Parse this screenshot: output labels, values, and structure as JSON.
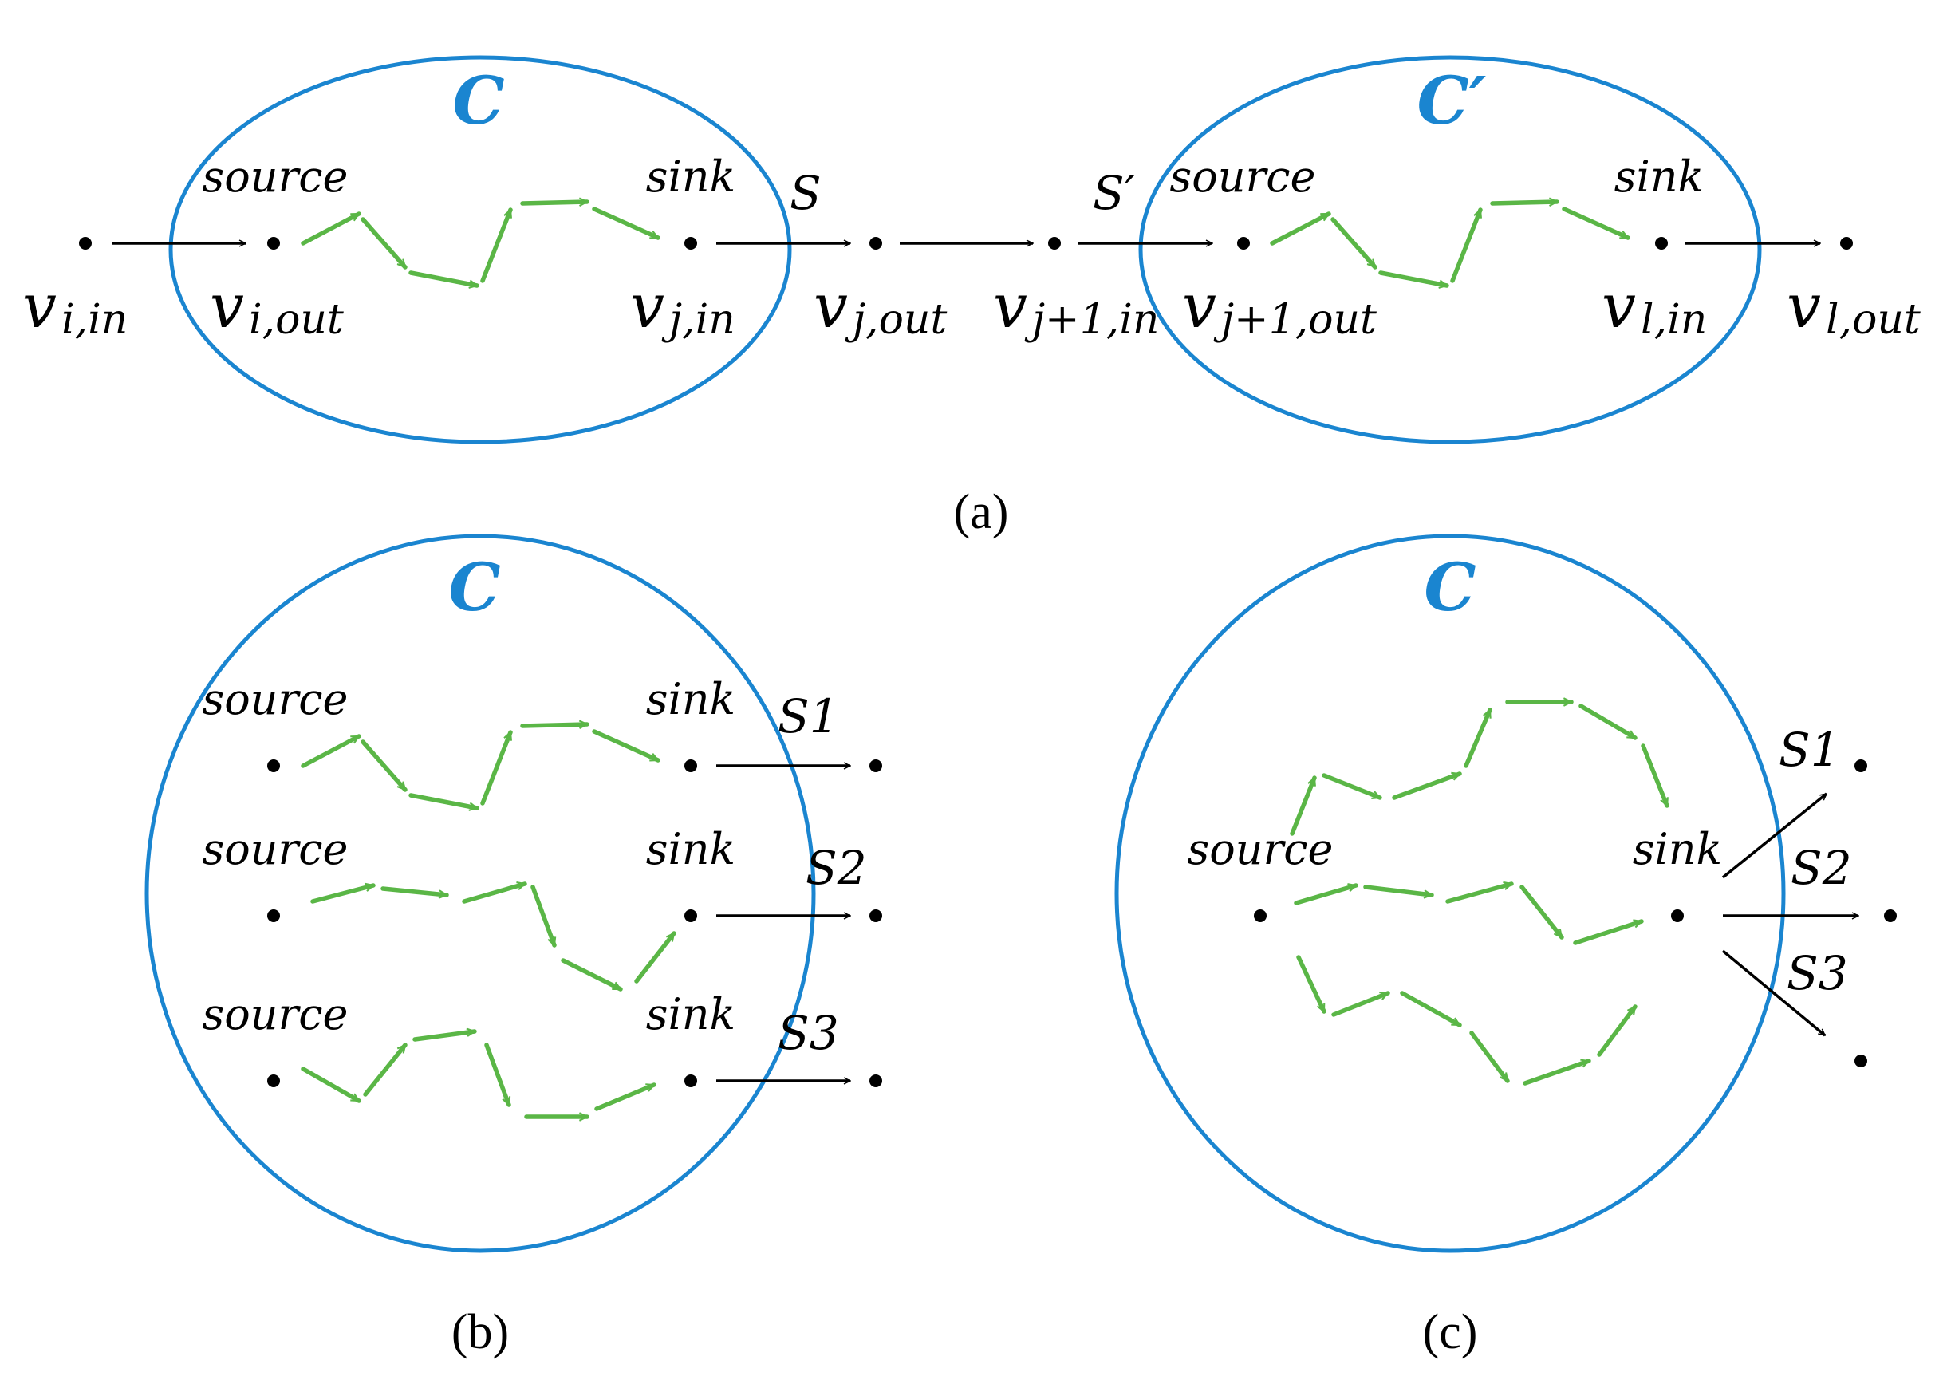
{
  "colors": {
    "cluster": "#1a85d0",
    "path": "#5ab646",
    "edge": "#000000"
  },
  "panel_a": {
    "caption": "(a)",
    "cluster1_label": "C",
    "cluster2_label": "C′",
    "source_label": "source",
    "sink_label": "sink",
    "edge_S": "S",
    "edge_S_prime": "S′",
    "nodes": [
      {
        "base": "v",
        "sub": "i,in"
      },
      {
        "base": "v",
        "sub": "i,out"
      },
      {
        "base": "v",
        "sub": "j,in"
      },
      {
        "base": "v",
        "sub": "j,out"
      },
      {
        "base": "v",
        "sub": "j+1,in"
      },
      {
        "base": "v",
        "sub": "j+1,out"
      },
      {
        "base": "v",
        "sub": "l,in"
      },
      {
        "base": "v",
        "sub": "l,out"
      }
    ]
  },
  "panel_b": {
    "caption": "(b)",
    "cluster_label": "C",
    "rows": [
      {
        "source": "source",
        "sink": "sink",
        "edge": "S1"
      },
      {
        "source": "source",
        "sink": "sink",
        "edge": "S2"
      },
      {
        "source": "source",
        "sink": "sink",
        "edge": "S3"
      }
    ]
  },
  "panel_c": {
    "caption": "(c)",
    "cluster_label": "C",
    "source_label": "source",
    "sink_label": "sink",
    "edges": [
      "S1",
      "S2",
      "S3"
    ]
  }
}
